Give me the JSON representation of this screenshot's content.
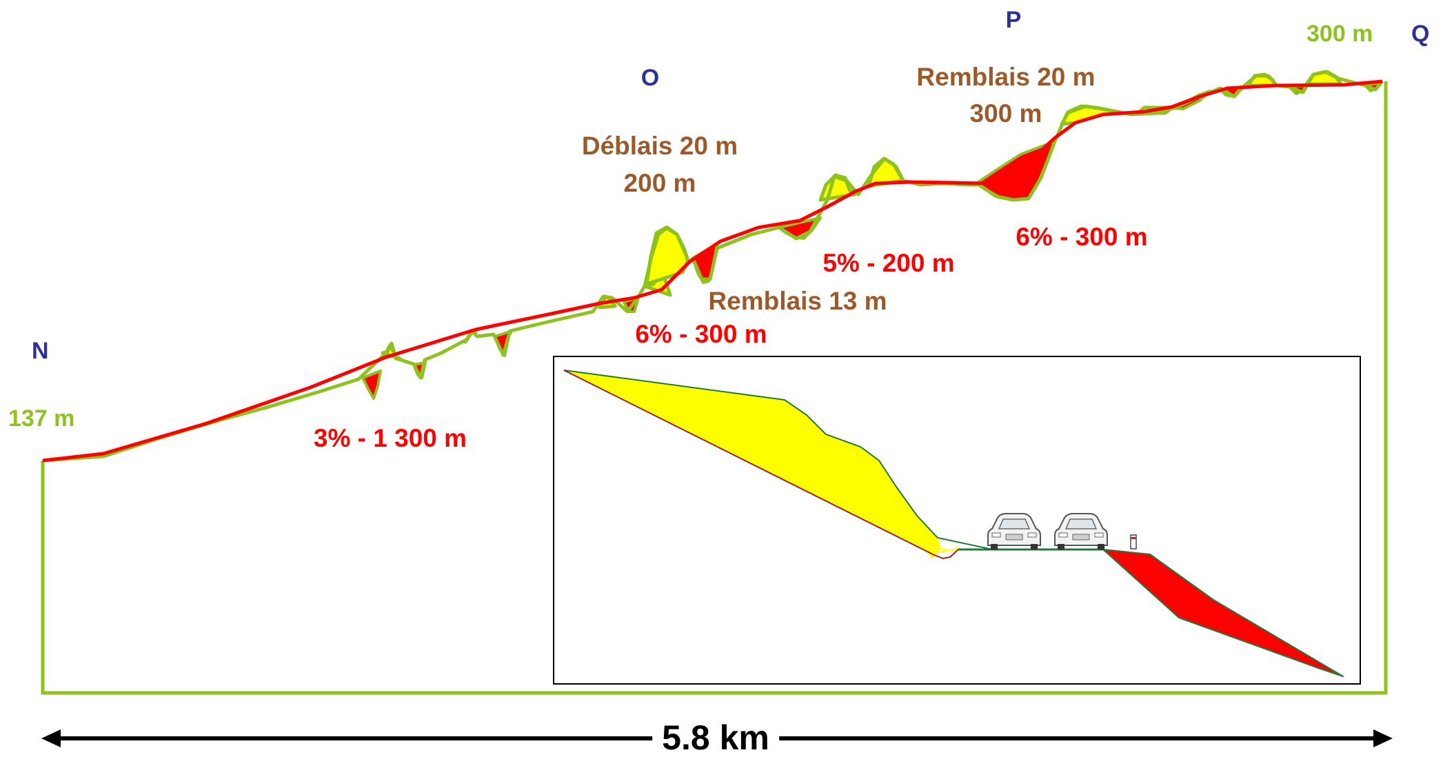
{
  "points": {
    "n": "N",
    "o": "O",
    "p": "P",
    "q": "Q"
  },
  "altitudes": {
    "start": "137 m",
    "end": "300 m"
  },
  "works": {
    "deblais_o": {
      "line1": "Déblais 20 m",
      "line2": "200 m"
    },
    "remblais_mid": "Remblais 13 m",
    "remblais_p": {
      "line1": "Remblais 20 m",
      "line2": "300 m"
    }
  },
  "grades": {
    "g1": "3% - 1 300 m",
    "g2": "6% - 300 m",
    "g3": "5% - 200 m",
    "g4": "6% - 300 m"
  },
  "total_distance": "5.8 km",
  "colors": {
    "terrain": "#8dc21f",
    "road": "#ff0000",
    "cut_fill": "#ffff00",
    "embankment_fill": "#ff0000",
    "point_labels": "#2e3192",
    "work_labels": "#9c5a2a",
    "cross_section_line": "#1f7a3a"
  },
  "icons": [
    "car-icon",
    "car-icon",
    "road-marker-icon",
    "double-arrow-icon"
  ]
}
